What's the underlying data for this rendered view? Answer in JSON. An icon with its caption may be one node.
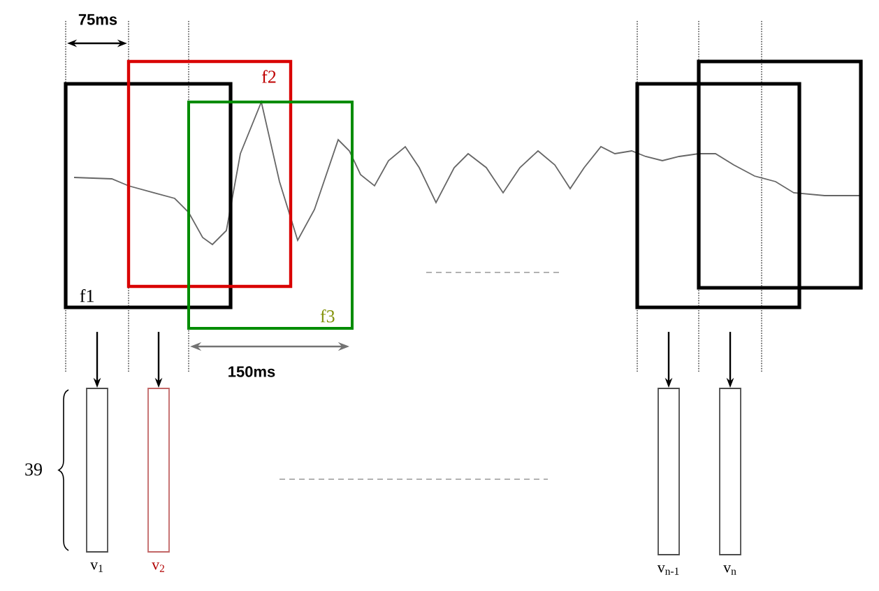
{
  "diagram": {
    "nodes": [
      {
        "text": [
          "f1"
        ]
      },
      {
        "text": [
          "f2"
        ]
      },
      {
        "text": [
          "f3"
        ]
      },
      {
        "text": [],
        "shape": "box"
      },
      {
        "text": [],
        "shape": "box"
      },
      {
        "text": [],
        "shape": "bar",
        "beside": [
          "v$_{1}$"
        ]
      },
      {
        "text": [],
        "shape": "bar",
        "beside": [
          "v$_{2}$"
        ]
      },
      {
        "text": [],
        "shape": "bar",
        "beside": [
          "v$_{n-1}$"
        ]
      },
      {
        "text": [],
        "shape": "bar",
        "beside": [
          "v$_{n}$"
        ]
      }
    ],
    "edges": [
      {
        "from": null,
        "to": 5,
        "arrow": "to"
      },
      {
        "from": null,
        "to": 6,
        "arrow": "to"
      },
      {
        "from": null,
        "to": 7,
        "arrow": "to"
      },
      {
        "from": null,
        "to": 8,
        "arrow": "to"
      }
    ],
    "labels": [
      "75ms",
      "150ms",
      "39"
    ]
  }
}
